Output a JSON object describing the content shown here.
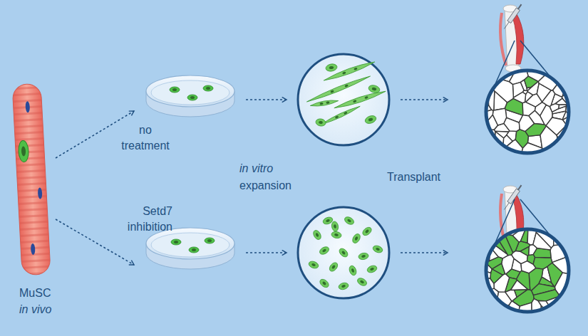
{
  "diagram": {
    "labels": [
      "no treatment",
      "Setd7 inhibition",
      "in vitro",
      "expansion",
      "Transplant",
      "MuSC",
      "in vivo"
    ]
  }
}
